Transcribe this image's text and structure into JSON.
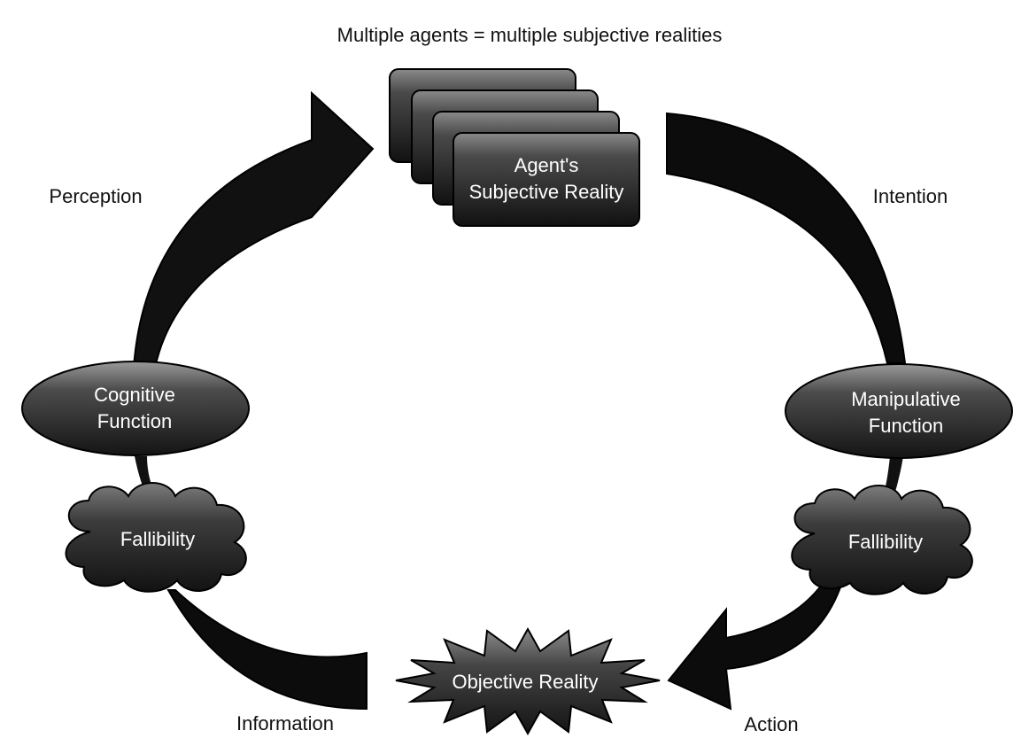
{
  "title": "Multiple agents = multiple subjective realities",
  "nodes": {
    "subjective_reality": {
      "line1": "Agent's",
      "line2": "Subjective Reality"
    },
    "cognitive_function": {
      "line1": "Cognitive",
      "line2": "Function"
    },
    "manipulative_function": {
      "line1": "Manipulative",
      "line2": "Function"
    },
    "fallibility_left": "Fallibility",
    "fallibility_right": "Fallibility",
    "objective_reality": "Objective Reality"
  },
  "edges": {
    "perception": "Perception",
    "intention": "Intention",
    "information": "Information",
    "action": "Action"
  }
}
